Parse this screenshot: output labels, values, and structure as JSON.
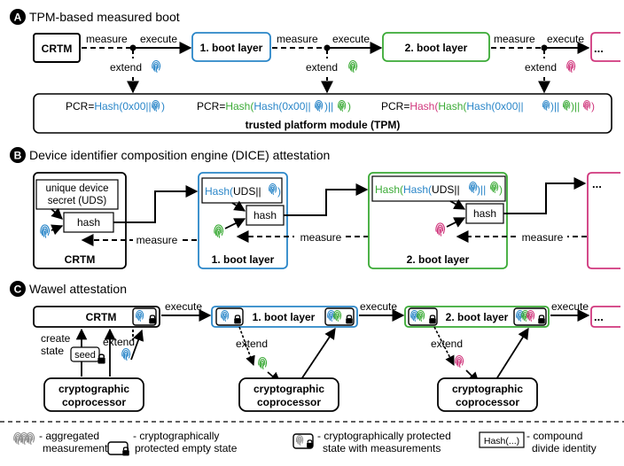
{
  "colors": {
    "black": "#000000",
    "blue": "#2a86c8",
    "green": "#3aaa35",
    "magenta": "#d0377d",
    "gray": "#8a8a8a"
  },
  "icons": {
    "measurement": "fingerprint-icon",
    "empty_state": "lock-icon",
    "state_with_measurements": "lock-fingerprint-icon"
  },
  "section_a": {
    "badge": "A",
    "title": "TPM-based measured boot",
    "crtm": "CRTM",
    "boot1": "1. boot layer",
    "boot2": "2. boot layer",
    "ellipsis": "...",
    "measure": "measure",
    "execute": "execute",
    "extend": "extend",
    "pcr1_prefix": "PCR=",
    "pcr1_hash": "Hash(0x00||",
    "pcr1_close": ")",
    "pcr2_prefix": "PCR=",
    "pcr2_hash_outer": "Hash(",
    "pcr2_hash_inner": "Hash(0x00||",
    "pcr2_close1": ")||",
    "pcr2_close2": ")",
    "pcr3_prefix": "PCR=",
    "pcr3_hash_outer": "Hash(",
    "pcr3_hash_mid": "Hash(",
    "pcr3_hash_inner": "Hash(0x00||",
    "pcr3_close1": ")||",
    "pcr3_close2": ")||",
    "pcr3_close3": ")",
    "tpm_label": "trusted platform module (TPM)"
  },
  "section_b": {
    "badge": "B",
    "title": "Device identifier composition engine (DICE) attestation",
    "uds_line1": "unique device",
    "uds_line2": "secret (UDS)",
    "hash": "hash",
    "crtm": "CRTM",
    "boot1": "1. boot layer",
    "boot2": "2. boot layer",
    "ellipsis": "...",
    "measure": "measure",
    "cdi1_hash": "Hash(",
    "cdi1_uds": "UDS||",
    "cdi1_close": ")",
    "cdi2_hash_outer": "Hash(",
    "cdi2_hash_inner": "Hash(",
    "cdi2_uds": "UDS||",
    "cdi2_close1": ")||",
    "cdi2_close2": ")"
  },
  "section_c": {
    "badge": "C",
    "title": "Wawel attestation",
    "crtm": "CRTM",
    "boot1": "1. boot layer",
    "boot2": "2. boot layer",
    "ellipsis": "...",
    "execute": "execute",
    "extend": "extend",
    "create_state_line1": "create",
    "create_state_line2": "state",
    "seed": "seed",
    "coproc_line1": "cryptographic",
    "coproc_line2": "coprocessor"
  },
  "legend": {
    "aggregated_line1": "- aggregated",
    "aggregated_line2": "measurements",
    "empty_line1": "- cryptographically",
    "empty_line2": "protected empty state",
    "with_meas_line1": "- cryptographically protected",
    "with_meas_line2": "state with measurements",
    "cdi_box": "Hash(...)",
    "cdi_line1": "- compound",
    "cdi_line2": "divide identity"
  }
}
